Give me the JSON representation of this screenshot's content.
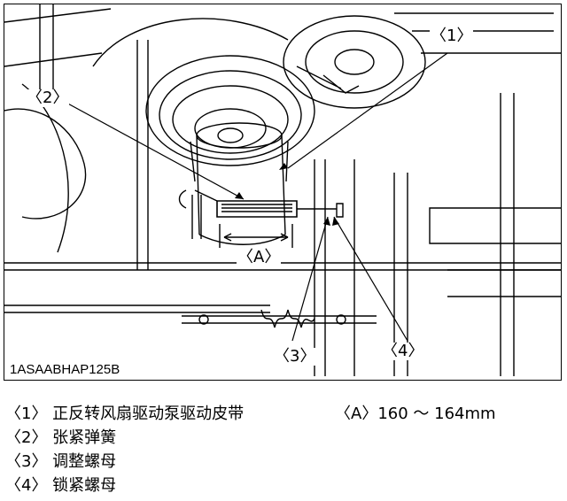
{
  "figure": {
    "code": "1ASAABHAP125B",
    "callouts": {
      "c1": "〈1〉",
      "c2": "〈2〉",
      "c3": "〈3〉",
      "c4": "〈4〉",
      "dim": "〈A〉"
    }
  },
  "legend": {
    "items": [
      "〈1〉 正反转风扇驱动泵驱动皮带",
      "〈2〉 张紧弹簧",
      "〈3〉 调整螺母",
      "〈4〉 锁紧螺母"
    ],
    "dimension": "〈A〉160 ～ 164mm"
  }
}
